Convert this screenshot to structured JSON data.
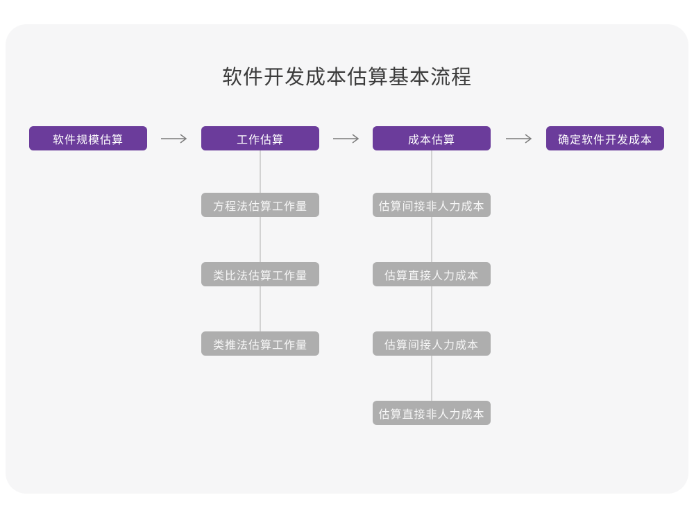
{
  "title": "软件开发成本估算基本流程",
  "colors": {
    "card_background": "#f6f6f7",
    "primary_purple": "#6b3c9b",
    "gray_node": "#aeaeae",
    "connector_line": "#d2d2d2",
    "arrow": "#7a7a7a",
    "title_text": "#3c3c3c",
    "node_text": "#ffffff"
  },
  "flow": {
    "main_steps": [
      {
        "label": "软件规模估算"
      },
      {
        "label": "工作估算"
      },
      {
        "label": "成本估算"
      },
      {
        "label": "确定软件开发成本"
      }
    ],
    "work_estimation_methods": [
      {
        "label": "方程法估算工作量"
      },
      {
        "label": "类比法估算工作量"
      },
      {
        "label": "类推法估算工作量"
      }
    ],
    "cost_estimation_steps": [
      {
        "label": "估算间接非人力成本"
      },
      {
        "label": "估算直接人力成本"
      },
      {
        "label": "估算间接人力成本"
      },
      {
        "label": "估算直接非人力成本"
      }
    ]
  }
}
